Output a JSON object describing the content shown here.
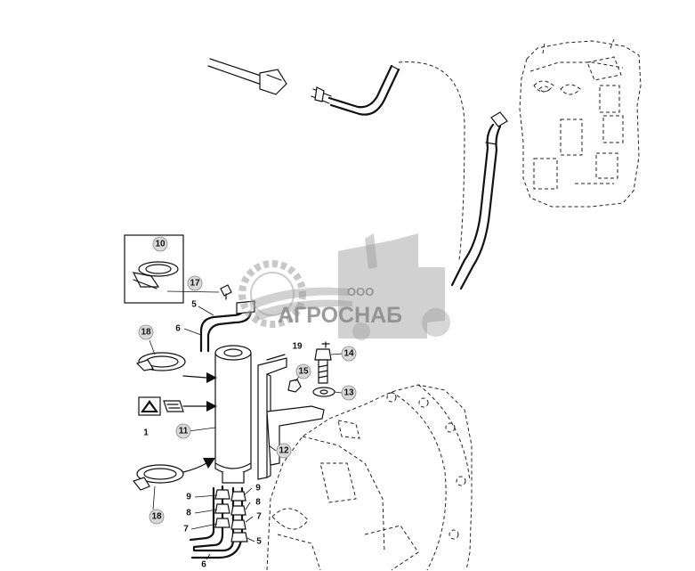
{
  "watermark": {
    "company_prefix": "ООО",
    "company_name": "АГРОСНАБ"
  },
  "callouts": {
    "c1": "1",
    "c5a": "5",
    "c5b": "5",
    "c6a": "6",
    "c6b": "6",
    "c7a": "7",
    "c7b": "7",
    "c8a": "8",
    "c8b": "8",
    "c9a": "9",
    "c9b": "9",
    "c10": "10",
    "c11": "11",
    "c12": "12",
    "c13": "13",
    "c14": "14",
    "c15": "15",
    "c17": "17",
    "c18a": "18",
    "c18b": "18",
    "c19": "19"
  }
}
